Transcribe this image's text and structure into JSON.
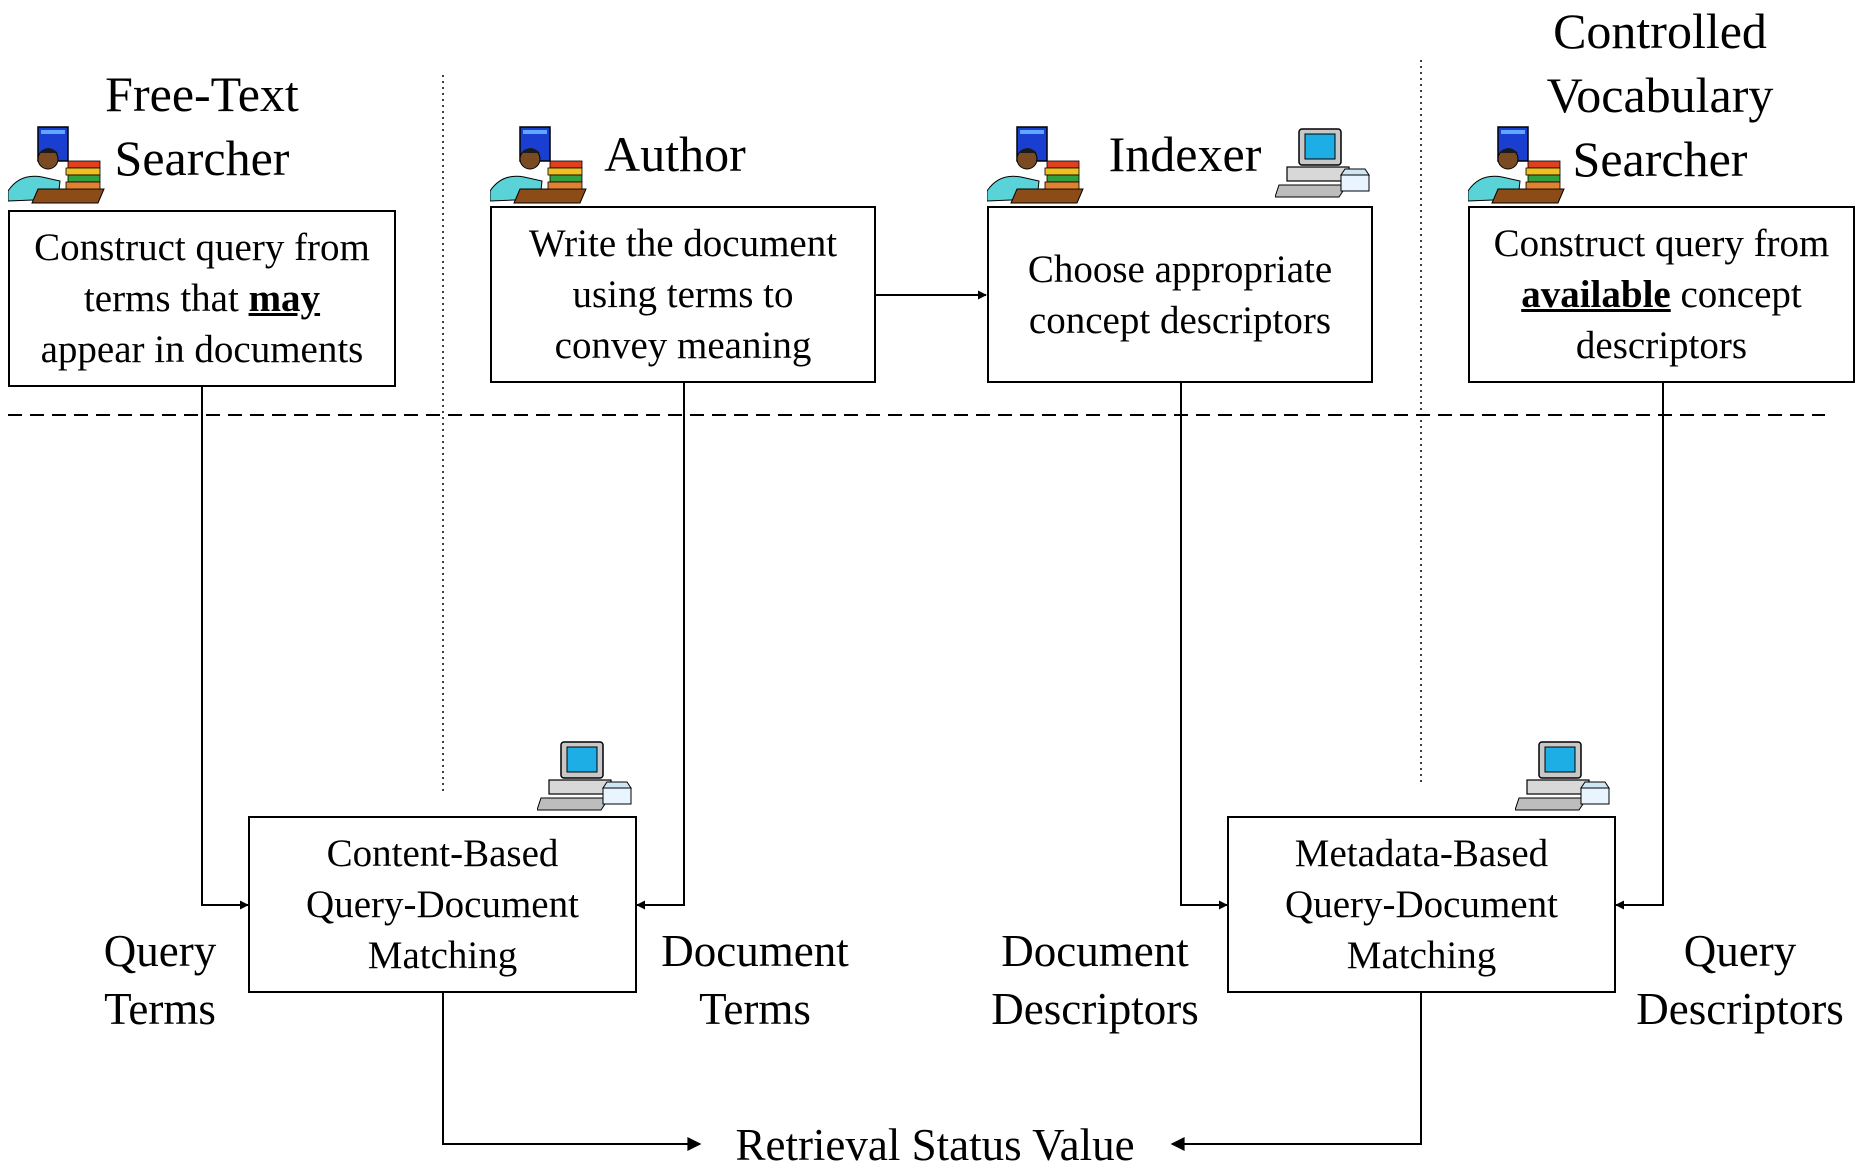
{
  "roles": {
    "free_text_searcher": [
      "Free-Text",
      "Searcher"
    ],
    "author": "Author",
    "indexer": "Indexer",
    "controlled_vocabulary_searcher": [
      "Controlled",
      "Vocabulary",
      "Searcher"
    ]
  },
  "boxes": {
    "free_text_query": {
      "line1": "Construct query from",
      "line2_pre": "terms that ",
      "line2_emph": "may",
      "line3": "appear in documents"
    },
    "author_write": {
      "line1": "Write the document",
      "line2": "using terms to",
      "line3": "convey meaning"
    },
    "indexer_choose": {
      "line1": "Choose appropriate",
      "line2": "concept descriptors"
    },
    "controlled_query": {
      "line1": "Construct query from",
      "line2_emph": "available",
      "line2_post": " concept",
      "line3": "descriptors"
    },
    "content_matching": [
      "Content-Based",
      "Query-Document",
      "Matching"
    ],
    "metadata_matching": [
      "Metadata-Based",
      "Query-Document",
      "Matching"
    ]
  },
  "edge_labels": {
    "query_terms": [
      "Query",
      "Terms"
    ],
    "document_terms": [
      "Document",
      "Terms"
    ],
    "document_descriptors": [
      "Document",
      "Descriptors"
    ],
    "query_descriptors": [
      "Query",
      "Descriptors"
    ]
  },
  "output": "Retrieval Status Value",
  "icons": {
    "person": "person-at-desk-with-books",
    "computer": "desktop-computer"
  }
}
